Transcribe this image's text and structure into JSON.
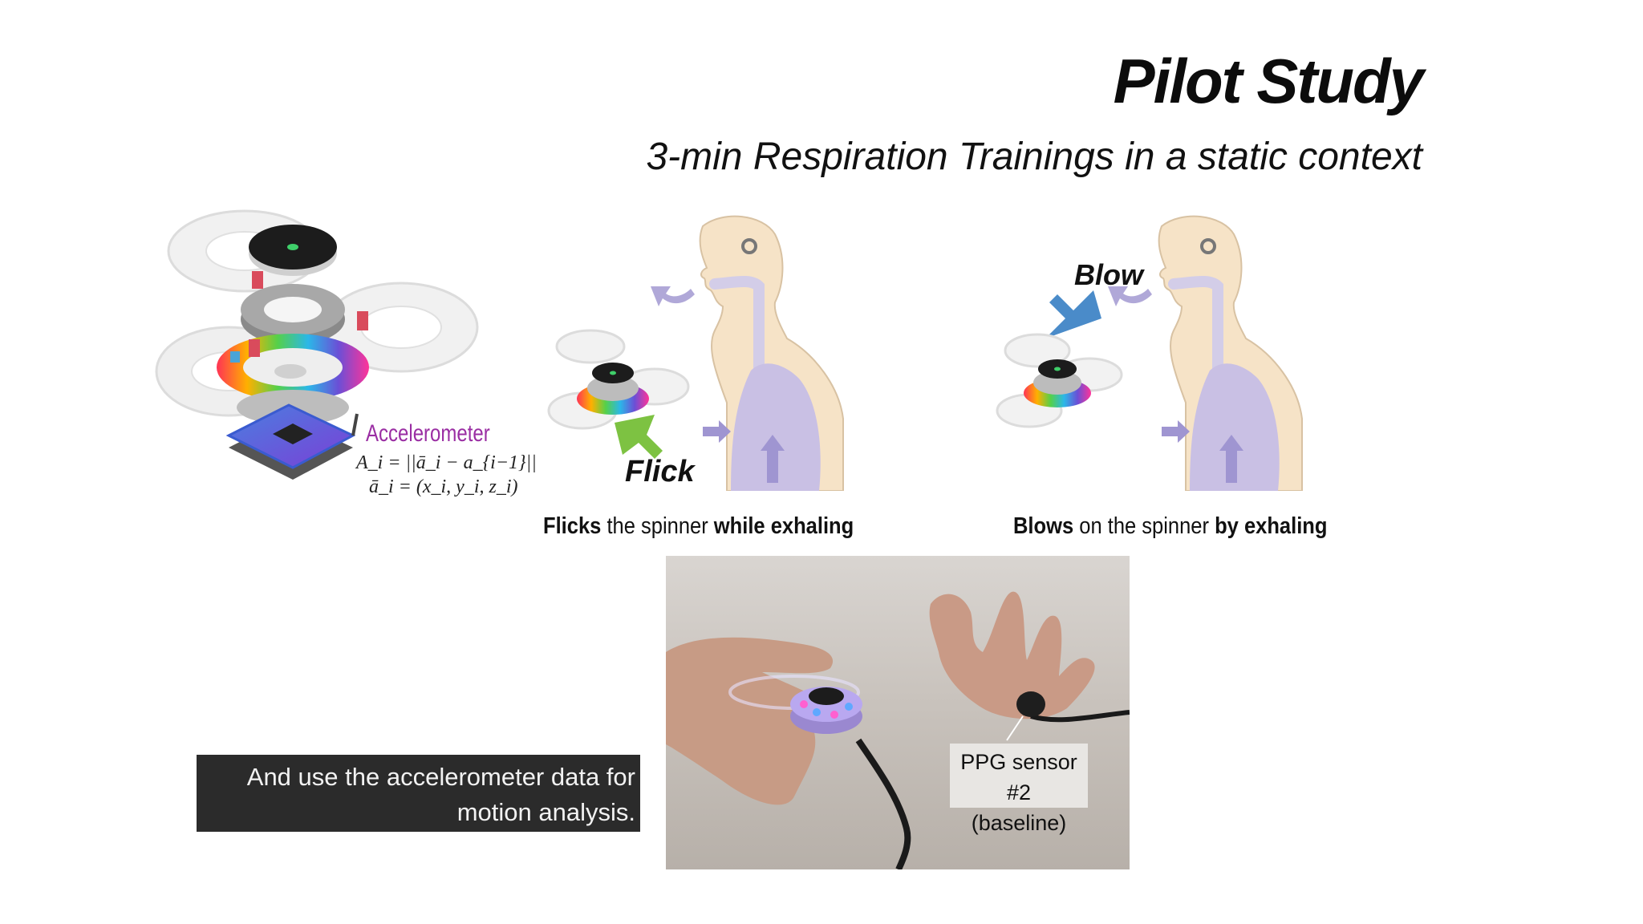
{
  "slide": {
    "title": "Pilot Study",
    "subtitle": "3-min Respiration Trainings in a static context"
  },
  "device_diagram": {
    "label": "Accelerometer",
    "formula_1": "A_i = ||ā_i − a_{i−1}||",
    "formula_2": "ā_i = (x_i, y_i, z_i)"
  },
  "flick_panel": {
    "arrow_label": "Flick",
    "caption_bold_1": "Flicks",
    "caption_mid": " the spinner ",
    "caption_bold_2": "while exhaling"
  },
  "blow_panel": {
    "arrow_label": "Blow",
    "caption_bold_1": "Blows",
    "caption_mid": " on the spinner ",
    "caption_bold_2": "by exhaling"
  },
  "photo": {
    "sensor_label_line1": "PPG sensor #2",
    "sensor_label_line2": "(baseline)"
  },
  "video_subtitle": {
    "line1": "And use the accelerometer data for",
    "line2": "motion analysis."
  },
  "colors": {
    "accelerometer_label": "#9a2ea3",
    "flick_arrow": "#7dc242",
    "blow_arrow": "#4a8bc9",
    "body_skin": "#f7e4c9",
    "lungs": "#c9c0e4",
    "airway": "#d3cde8"
  }
}
